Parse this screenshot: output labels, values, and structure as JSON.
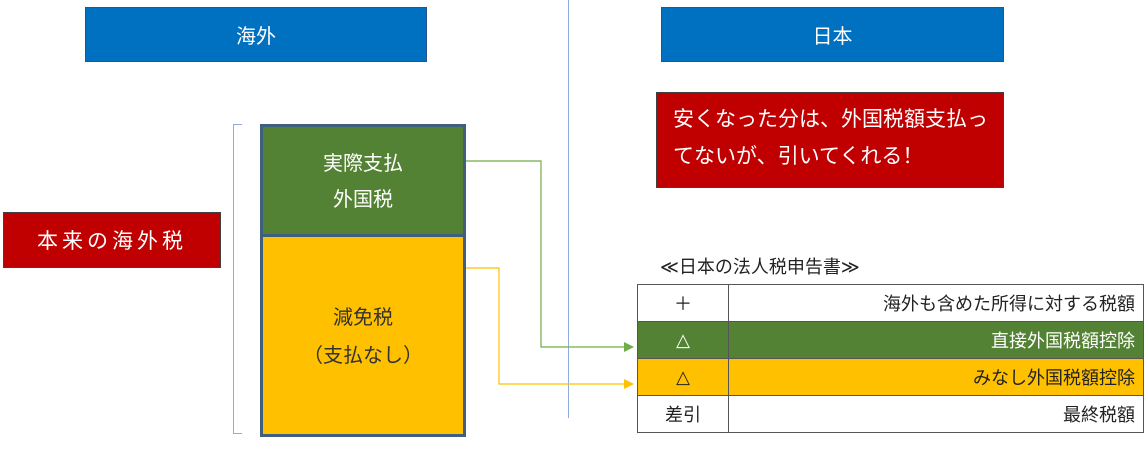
{
  "headers": {
    "overseas": "海外",
    "japan": "日本"
  },
  "left": {
    "label": "本来の海外税",
    "green_lines": [
      "実際支払",
      "外国税"
    ],
    "yellow_lines": [
      "減免税",
      "（支払なし）"
    ]
  },
  "right": {
    "callout_lines": [
      "安くなった分は、外国税額支払っ",
      "てないが、引いてくれる！"
    ],
    "table_title": "≪日本の法人税申告書≫",
    "rows": [
      {
        "symbol": "＋",
        "text": "海外も含めた所得に対する税額"
      },
      {
        "symbol": "△",
        "text": "直接外国税額控除"
      },
      {
        "symbol": "△",
        "text": "みなし外国税額控除"
      },
      {
        "symbol": "差引",
        "text": "最終税額"
      }
    ]
  },
  "colors": {
    "header_blue": "#0070c0",
    "red": "#c00000",
    "green": "#548235",
    "yellow": "#ffc000",
    "green_line": "#70ad47",
    "yellow_line": "#ffc000"
  }
}
